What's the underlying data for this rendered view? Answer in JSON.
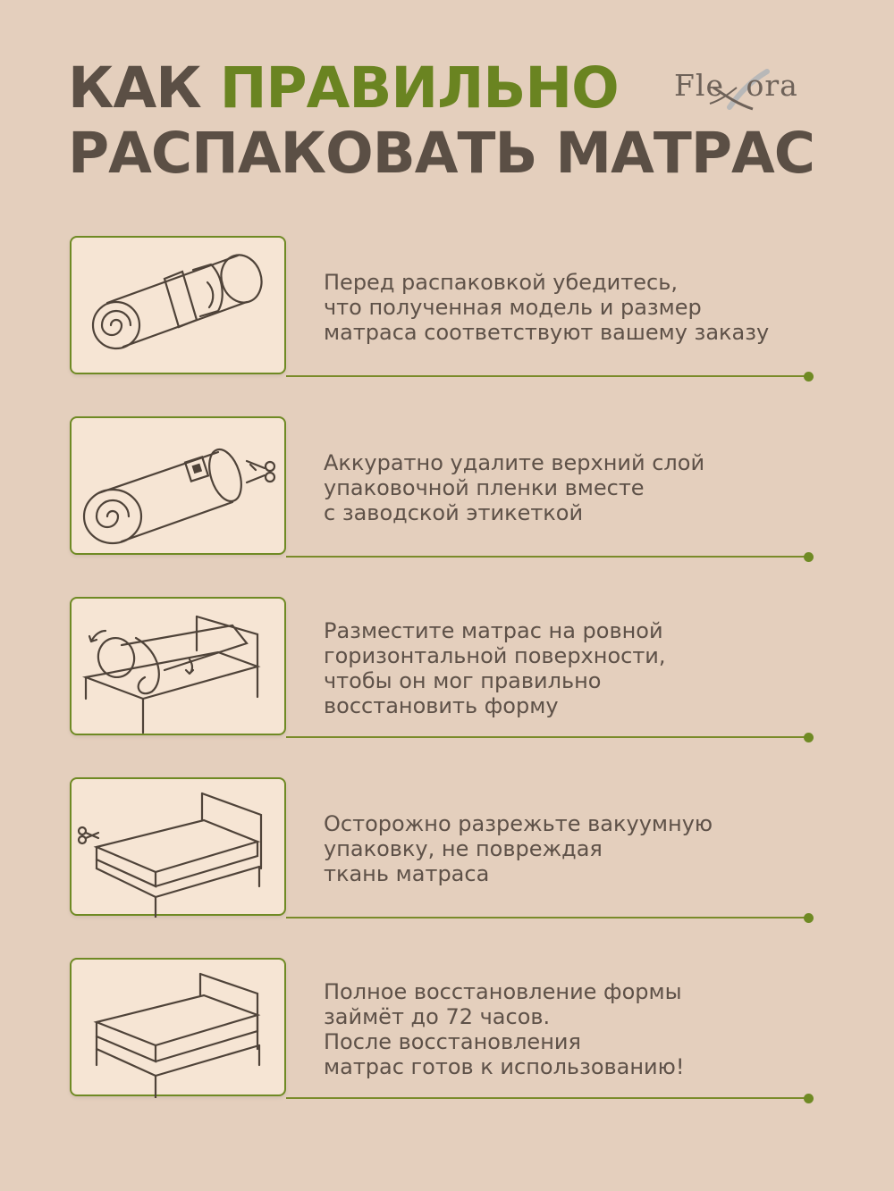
{
  "header": {
    "title_part1": "КАК ",
    "title_accent": "ПРАВИЛЬНО",
    "title_line2": "РАСПАКОВАТЬ МАТРАС"
  },
  "logo": {
    "text": "FleXora"
  },
  "colors": {
    "background": "#e4cfbd",
    "accent_green": "#6a8421",
    "text_brown": "#5b4f45",
    "card_fill": "#f6e5d4"
  },
  "steps": [
    {
      "icon": "rolled-mattress-icon",
      "text": "Перед распаковкой убедитесь,\nчто полученная модель и размер\nматраса соответствуют вашему заказу"
    },
    {
      "icon": "cut-film-scissors-icon",
      "text": "Аккуратно удалите верхний слой\nупаковочной пленки вместе\nс заводской этикеткой"
    },
    {
      "icon": "unroll-on-bed-icon",
      "text": "Разместите матрас на ровной\nгоризонтальной поверхности,\nчтобы он мог правильно\nвосстановить форму"
    },
    {
      "icon": "cut-vacuum-pack-icon",
      "text": "Осторожно разрежьте вакуумную\nупаковку, не повреждая\nткань матраса"
    },
    {
      "icon": "mattress-on-bed-icon",
      "text": "Полное восстановление формы\nзаймёт до 72 часов.\nПосле восстановления\nматрас готов к использованию!"
    }
  ]
}
